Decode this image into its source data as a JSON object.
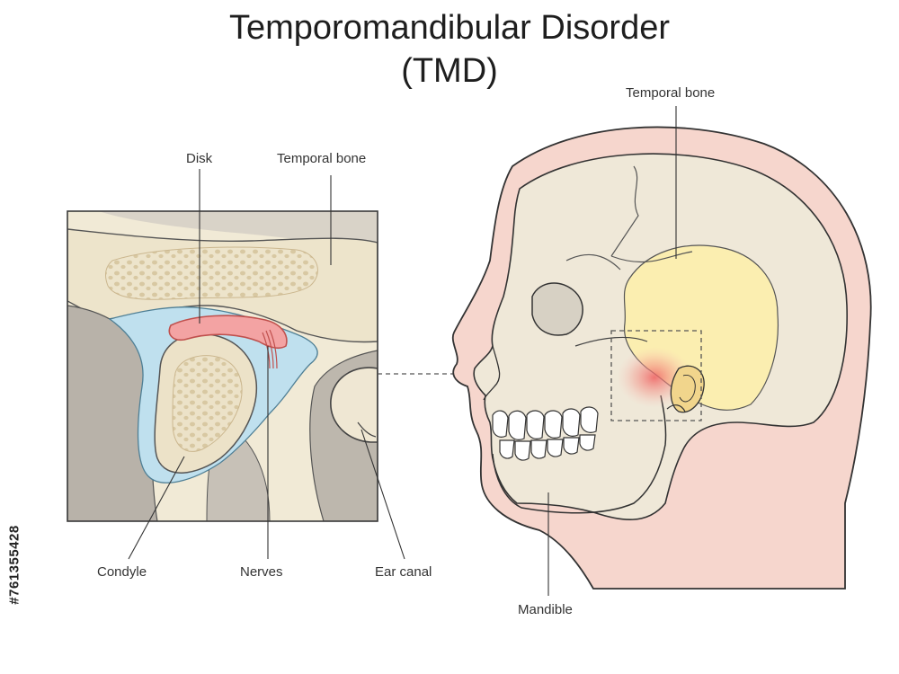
{
  "title": {
    "line1": "Temporomandibular Disorder",
    "line2": "(TMD)"
  },
  "labels": {
    "disk": "Disk",
    "temporal_bone_inset": "Temporal bone",
    "temporal_bone_head": "Temporal bone",
    "condyle": "Condyle",
    "nerves": "Nerves",
    "ear_canal": "Ear canal",
    "mandible": "Mandible"
  },
  "watermark_id": "#761355428",
  "colors": {
    "bone": "#ede5cf",
    "bone_spots": "#d9c9a4",
    "disk": "#f3a3a3",
    "capsule": "#bfe1ef",
    "shadow": "#b9b3aa",
    "skin": "#f6d5cc",
    "temporal_highlight": "#fbeeb0",
    "inflammation": "#ef6f6f",
    "outline": "#3a3a3a"
  }
}
